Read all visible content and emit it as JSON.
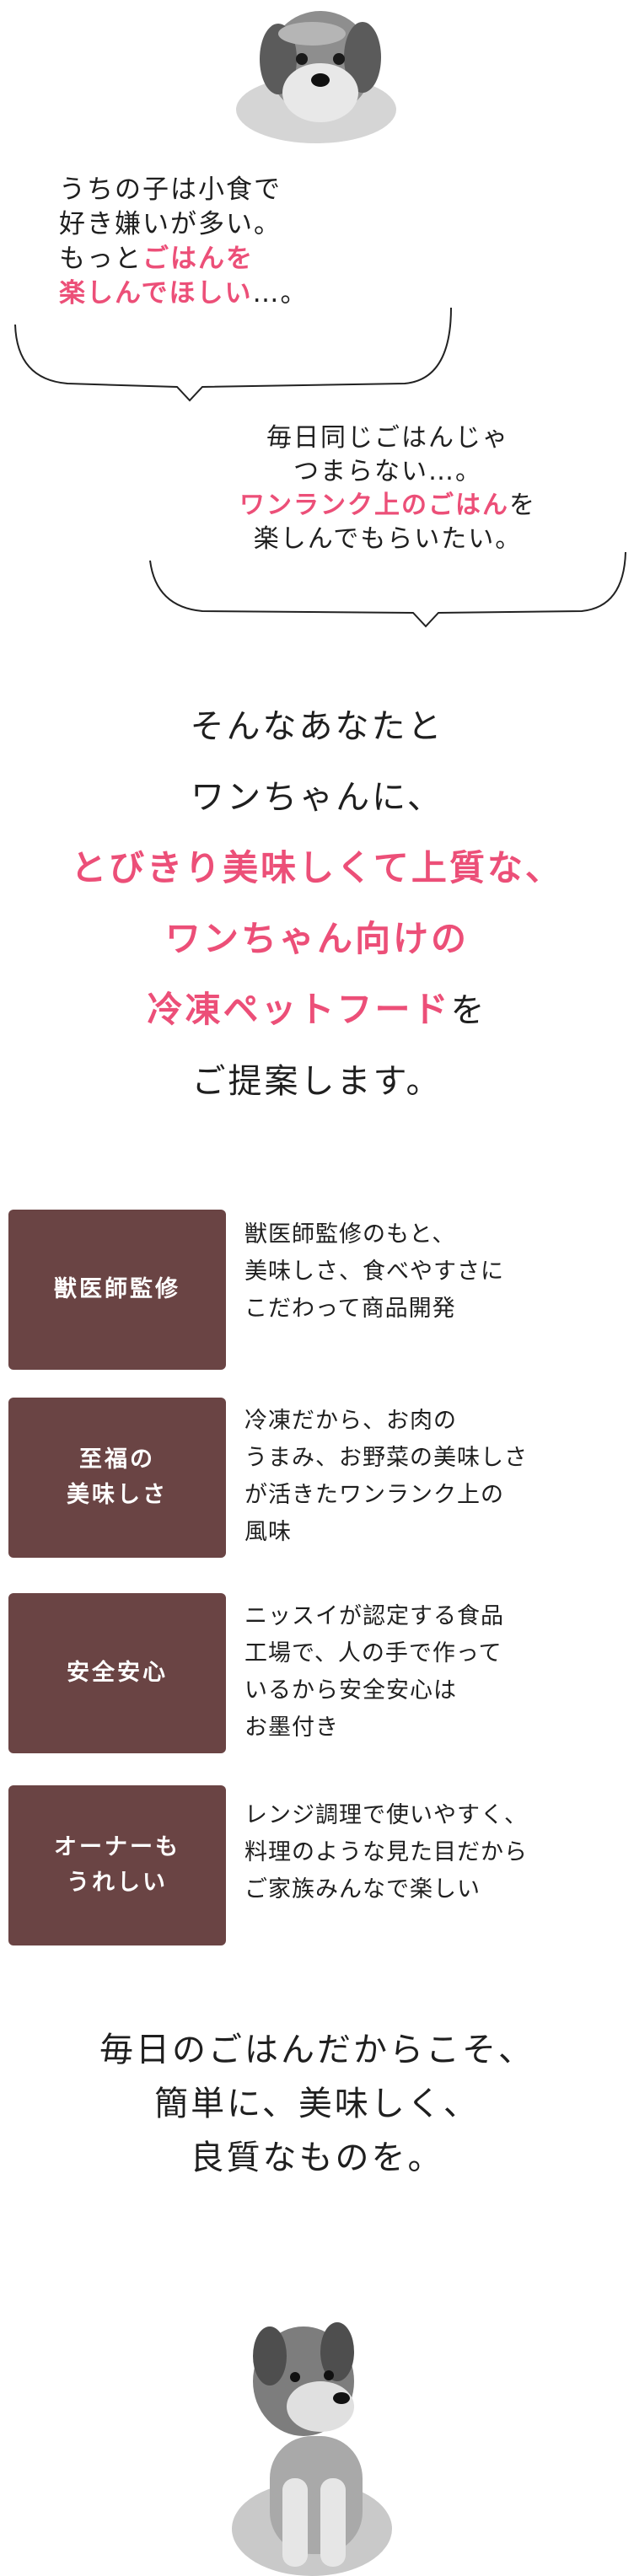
{
  "bubble1": {
    "line1": "うちの子は小食で",
    "line2": "好き嫌いが多い。",
    "line3_prefix": "もっと",
    "line3_highlight": "ごはんを",
    "line4_highlight": "楽しんでほしい",
    "line4_suffix": "…。"
  },
  "bubble2": {
    "line1": "毎日同じごはんじゃ",
    "line2": "つまらない…。",
    "line3_highlight": "ワンランク上のごはん",
    "line3_suffix": "を",
    "line4": "楽しんでもらいたい。"
  },
  "lead": {
    "line1": "そんなあなたと",
    "line2": "ワンちゃんに、",
    "line3": "とびきり美味しくて上質な、",
    "line4": "ワンちゃん向けの",
    "line5_highlight": "冷凍ペットフード",
    "line5_suffix": "を",
    "line6": "ご提案します。"
  },
  "features": [
    {
      "label": "獣医師監修",
      "desc": "獣医師監修のもと、\n美味しさ、食べやすさに\nこだわって商品開発"
    },
    {
      "label": "至福の\n美味しさ",
      "desc": "冷凍だから、お肉の\nうまみ、お野菜の美味しさ\nが活きたワンランク上の\n風味"
    },
    {
      "label": "安全安心",
      "desc": "ニッスイが認定する食品\n工場で、人の手で作って\nいるから安全安心は\nお墨付き"
    },
    {
      "label": "オーナーも\nうれしい",
      "desc": "レンジ調理で使いやすく、\n料理のような見た目だから\nご家族みんなで楽しい"
    }
  ],
  "closing": {
    "line1": "毎日のごはんだからこそ、",
    "line2": "簡単に、美味しく、",
    "line3": "良質なものを。"
  },
  "colors": {
    "highlight": "#ec4f78",
    "feature_bg": "#6a4444"
  },
  "icons": [
    "dog-lying-photo",
    "dog-sitting-photo"
  ]
}
